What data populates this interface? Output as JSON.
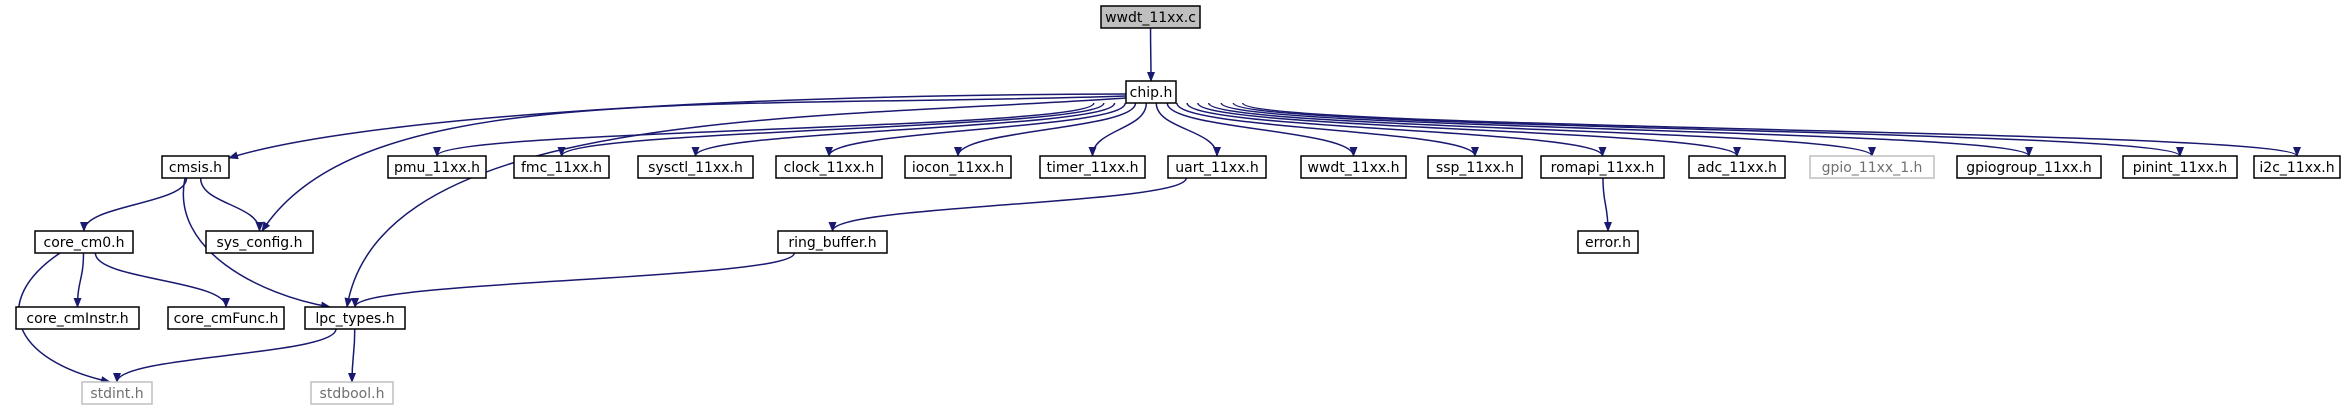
{
  "title": "wwdt_11xx.c",
  "colors": {
    "edge": "#191970",
    "node_border": "#000000",
    "missing_border": "#bfbfbf",
    "root_fill": "#bfbfbf",
    "text": "#000000",
    "missing_text": "#707070"
  },
  "nodes": [
    {
      "id": "wwdt_11xx_c",
      "label": "wwdt_11xx.c",
      "kind": "root"
    },
    {
      "id": "chip_h",
      "label": "chip.h",
      "kind": "file"
    },
    {
      "id": "cmsis_h",
      "label": "cmsis.h",
      "kind": "file"
    },
    {
      "id": "pmu_11xx_h",
      "label": "pmu_11xx.h",
      "kind": "file"
    },
    {
      "id": "fmc_11xx_h",
      "label": "fmc_11xx.h",
      "kind": "file"
    },
    {
      "id": "sysctl_11xx_h",
      "label": "sysctl_11xx.h",
      "kind": "file"
    },
    {
      "id": "clock_11xx_h",
      "label": "clock_11xx.h",
      "kind": "file"
    },
    {
      "id": "iocon_11xx_h",
      "label": "iocon_11xx.h",
      "kind": "file"
    },
    {
      "id": "timer_11xx_h",
      "label": "timer_11xx.h",
      "kind": "file"
    },
    {
      "id": "uart_11xx_h",
      "label": "uart_11xx.h",
      "kind": "file"
    },
    {
      "id": "wwdt_11xx_h",
      "label": "wwdt_11xx.h",
      "kind": "file"
    },
    {
      "id": "ssp_11xx_h",
      "label": "ssp_11xx.h",
      "kind": "file"
    },
    {
      "id": "romapi_11xx_h",
      "label": "romapi_11xx.h",
      "kind": "file"
    },
    {
      "id": "adc_11xx_h",
      "label": "adc_11xx.h",
      "kind": "file"
    },
    {
      "id": "gpio_11xx_1_h",
      "label": "gpio_11xx_1.h",
      "kind": "missing"
    },
    {
      "id": "gpiogroup_11xx_h",
      "label": "gpiogroup_11xx.h",
      "kind": "file"
    },
    {
      "id": "pinint_11xx_h",
      "label": "pinint_11xx.h",
      "kind": "file"
    },
    {
      "id": "i2c_11xx_h",
      "label": "i2c_11xx.h",
      "kind": "file"
    },
    {
      "id": "core_cm0_h",
      "label": "core_cm0.h",
      "kind": "file"
    },
    {
      "id": "sys_config_h",
      "label": "sys_config.h",
      "kind": "file"
    },
    {
      "id": "ring_buffer_h",
      "label": "ring_buffer.h",
      "kind": "file"
    },
    {
      "id": "error_h",
      "label": "error.h",
      "kind": "file"
    },
    {
      "id": "core_cmInstr_h",
      "label": "core_cmInstr.h",
      "kind": "file"
    },
    {
      "id": "core_cmFunc_h",
      "label": "core_cmFunc.h",
      "kind": "file"
    },
    {
      "id": "lpc_types_h",
      "label": "lpc_types.h",
      "kind": "file"
    },
    {
      "id": "stdint_h",
      "label": "stdint.h",
      "kind": "missing"
    },
    {
      "id": "stdbool_h",
      "label": "stdbool.h",
      "kind": "missing"
    }
  ],
  "edges": [
    {
      "from": "wwdt_11xx_c",
      "to": "chip_h"
    },
    {
      "from": "chip_h",
      "to": "cmsis_h"
    },
    {
      "from": "chip_h",
      "to": "sys_config_h"
    },
    {
      "from": "chip_h",
      "to": "lpc_types_h"
    },
    {
      "from": "chip_h",
      "to": "pmu_11xx_h"
    },
    {
      "from": "chip_h",
      "to": "fmc_11xx_h"
    },
    {
      "from": "chip_h",
      "to": "sysctl_11xx_h"
    },
    {
      "from": "chip_h",
      "to": "clock_11xx_h"
    },
    {
      "from": "chip_h",
      "to": "iocon_11xx_h"
    },
    {
      "from": "chip_h",
      "to": "timer_11xx_h"
    },
    {
      "from": "chip_h",
      "to": "uart_11xx_h"
    },
    {
      "from": "chip_h",
      "to": "wwdt_11xx_h"
    },
    {
      "from": "chip_h",
      "to": "ssp_11xx_h"
    },
    {
      "from": "chip_h",
      "to": "romapi_11xx_h"
    },
    {
      "from": "chip_h",
      "to": "adc_11xx_h"
    },
    {
      "from": "chip_h",
      "to": "gpio_11xx_1_h"
    },
    {
      "from": "chip_h",
      "to": "gpiogroup_11xx_h"
    },
    {
      "from": "chip_h",
      "to": "pinint_11xx_h"
    },
    {
      "from": "chip_h",
      "to": "i2c_11xx_h"
    },
    {
      "from": "cmsis_h",
      "to": "core_cm0_h"
    },
    {
      "from": "cmsis_h",
      "to": "sys_config_h"
    },
    {
      "from": "cmsis_h",
      "to": "lpc_types_h"
    },
    {
      "from": "core_cm0_h",
      "to": "stdint_h"
    },
    {
      "from": "core_cm0_h",
      "to": "core_cmInstr_h"
    },
    {
      "from": "core_cm0_h",
      "to": "core_cmFunc_h"
    },
    {
      "from": "uart_11xx_h",
      "to": "ring_buffer_h"
    },
    {
      "from": "ring_buffer_h",
      "to": "lpc_types_h"
    },
    {
      "from": "romapi_11xx_h",
      "to": "error_h"
    },
    {
      "from": "lpc_types_h",
      "to": "stdint_h"
    },
    {
      "from": "lpc_types_h",
      "to": "stdbool_h"
    }
  ]
}
